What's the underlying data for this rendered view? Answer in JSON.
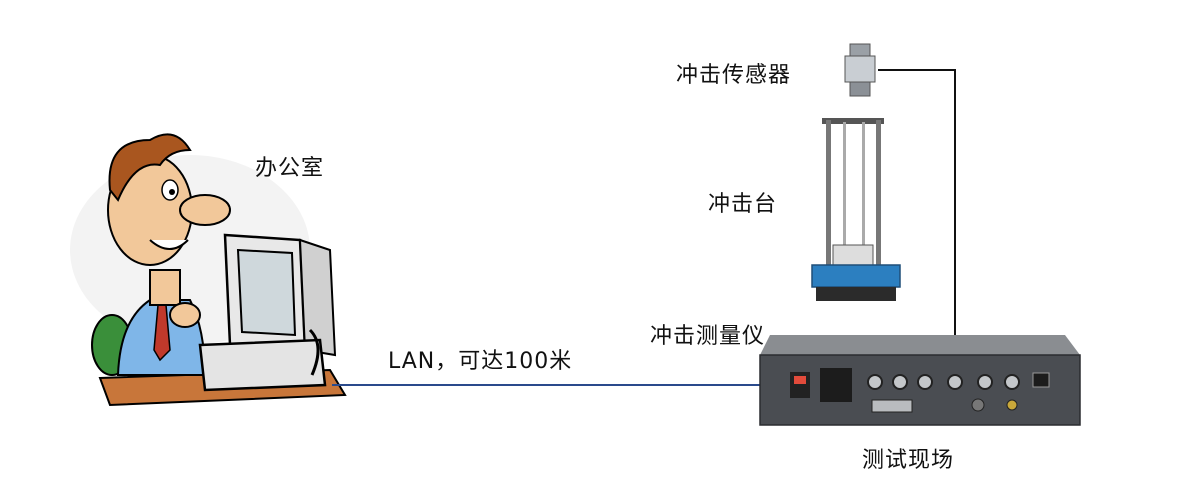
{
  "labels": {
    "office": "办公室",
    "lan": "LAN，可达100米",
    "shock_sensor": "冲击传感器",
    "shock_table": "冲击台",
    "shock_meter": "冲击测量仪",
    "test_site": "测试现场"
  },
  "colors": {
    "lan_cable": "#2a4a8c",
    "sensor_cable": "#111111",
    "device_body": "#4a4d52",
    "table_base": "#2c7fc0"
  }
}
